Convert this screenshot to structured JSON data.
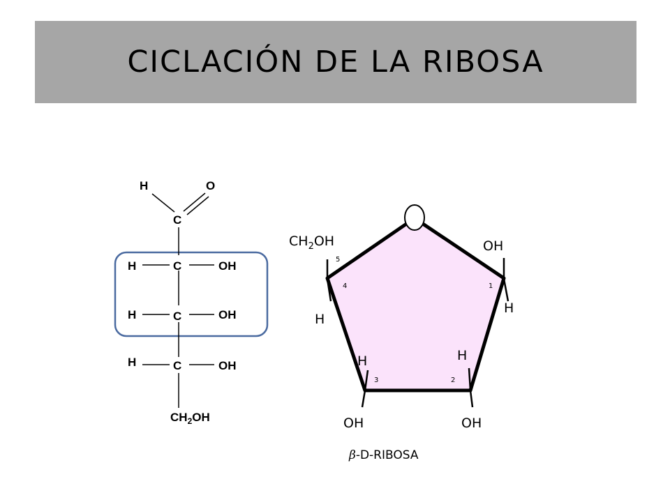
{
  "title": "CICLACIÓN DE LA RIBOSA",
  "fischer": {
    "top_h": "H",
    "top_o": "O",
    "aldehyde_c": "C",
    "rows": [
      {
        "left": "H",
        "center": "C",
        "right": "OH"
      },
      {
        "left": "H",
        "center": "C",
        "right": "OH"
      },
      {
        "left": "H",
        "center": "C",
        "right": "OH"
      }
    ],
    "bottom": {
      "prefix": "CH",
      "sub": "2",
      "suffix": "OH"
    }
  },
  "ring": {
    "ch2oh": {
      "prefix": "CH",
      "sub": "2",
      "suffix": "OH"
    },
    "c1_top": "OH",
    "c1_bottom": "H",
    "c4_bottom": "H",
    "c3_top": "H",
    "c2_top": "H",
    "c3_bottom": "OH",
    "c2_bottom": "OH",
    "numbers": {
      "n5": "5",
      "n4": "4",
      "n1": "1",
      "n3": "3",
      "n2": "2"
    }
  },
  "caption": {
    "greek": "β",
    "text": "-D-RIBOSA"
  },
  "colors": {
    "banner": "#a6a6a6",
    "ring_fill": "#fbe3fb",
    "box_border": "#4a6aa0"
  }
}
